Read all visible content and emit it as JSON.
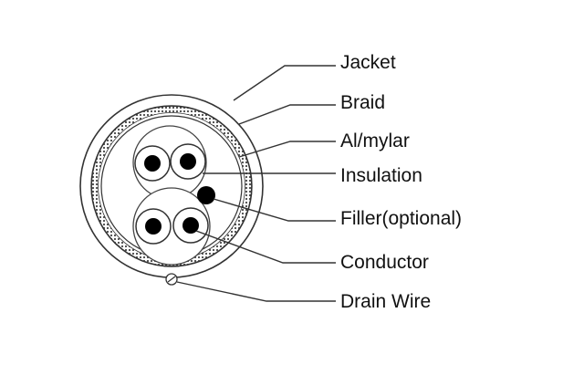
{
  "diagram": {
    "labels": {
      "jacket": "Jacket",
      "braid": "Braid",
      "al_mylar": "Al/mylar",
      "insulation": "Insulation",
      "filler": "Filler(optional)",
      "conductor": "Conductor",
      "drain_wire": "Drain Wire"
    }
  }
}
